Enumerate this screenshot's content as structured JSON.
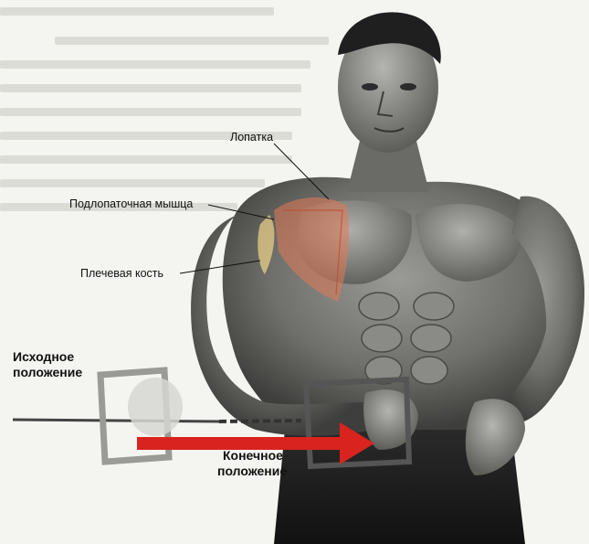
{
  "labels": {
    "scapula": "Лопатка",
    "subscapularis": "Подлопаточная мышца",
    "humerus": "Плечевая кость",
    "start_position_line1": "Исходное",
    "start_position_line2": "положение",
    "end_position_line1": "Конечное",
    "end_position_line2": "положение"
  },
  "colors": {
    "arrow": "#d8231f",
    "muscle_highlight": "#e07a55",
    "skin_shadow": "#3a3a3a"
  }
}
